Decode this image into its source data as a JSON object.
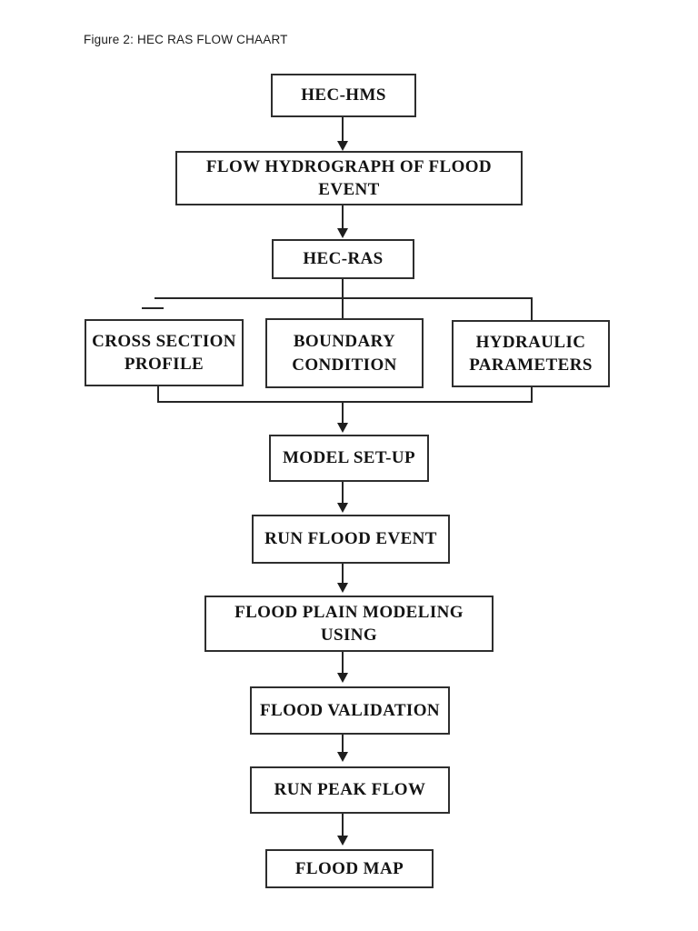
{
  "page": {
    "caption": "Figure 2: HEC RAS FLOW CHAART"
  },
  "diagram": {
    "type": "flowchart",
    "colors": {
      "background": "#ffffff",
      "box_border": "#2e2e2e",
      "box_fill": "#ffffff",
      "text": "#141414",
      "connector": "#262626"
    },
    "nodes": [
      {
        "id": "hec-hms",
        "label": "HEC-HMS"
      },
      {
        "id": "flow-hydrograph",
        "label": "FLOW HYDROGRAPH OF FLOOD EVENT"
      },
      {
        "id": "hec-ras",
        "label": "HEC-RAS"
      },
      {
        "id": "cross-section-profile",
        "label": "CROSS SECTION PROFILE"
      },
      {
        "id": "boundary-condition",
        "label": "BOUNDARY CONDITION"
      },
      {
        "id": "hydraulic-parameters",
        "label": "HYDRAULIC PARAMETERS"
      },
      {
        "id": "model-set-up",
        "label": "MODEL SET-UP"
      },
      {
        "id": "run-flood-event",
        "label": "RUN FLOOD EVENT"
      },
      {
        "id": "flood-plain-modeling",
        "label": "FLOOD PLAIN MODELING USING"
      },
      {
        "id": "flood-validation",
        "label": "FLOOD VALIDATION"
      },
      {
        "id": "run-peak-flow",
        "label": "RUN PEAK FLOW"
      },
      {
        "id": "flood-map",
        "label": "FLOOD MAP"
      }
    ],
    "edges": [
      {
        "from": "hec-hms",
        "to": "flow-hydrograph",
        "arrow": true
      },
      {
        "from": "flow-hydrograph",
        "to": "hec-ras",
        "arrow": true
      },
      {
        "from": "hec-ras",
        "to": "boundary-condition",
        "arrow": false
      },
      {
        "from": "hec-ras",
        "to": "hydraulic-parameters",
        "arrow": false
      },
      {
        "from": "hec-ras",
        "to": "cross-section-profile",
        "arrow": false
      },
      {
        "from": "cross-section-profile",
        "to": "model-set-up",
        "arrow": true
      },
      {
        "from": "hydraulic-parameters",
        "to": "model-set-up",
        "arrow": true
      },
      {
        "from": "model-set-up",
        "to": "run-flood-event",
        "arrow": true
      },
      {
        "from": "run-flood-event",
        "to": "flood-plain-modeling",
        "arrow": true
      },
      {
        "from": "flood-plain-modeling",
        "to": "flood-validation",
        "arrow": true
      },
      {
        "from": "flood-validation",
        "to": "run-peak-flow",
        "arrow": true
      },
      {
        "from": "run-peak-flow",
        "to": "flood-map",
        "arrow": true
      }
    ]
  }
}
